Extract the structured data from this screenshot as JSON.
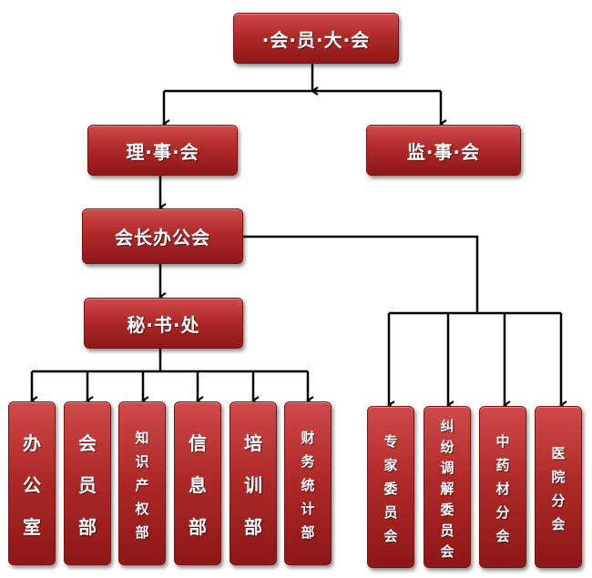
{
  "top": {
    "label": "·会·员·大·会"
  },
  "council": {
    "label": "理·事·会"
  },
  "supervisors": {
    "label": "监·事·会"
  },
  "president_office": {
    "label": "会长办公会"
  },
  "secretariat": {
    "label": "秘·书·处"
  },
  "departments": [
    {
      "chars": [
        "办",
        "公",
        "室"
      ]
    },
    {
      "chars": [
        "会",
        "员",
        "部"
      ]
    },
    {
      "chars": [
        "知",
        "识",
        "产",
        "权",
        "部"
      ]
    },
    {
      "chars": [
        "信",
        "息",
        "部"
      ]
    },
    {
      "chars": [
        "培",
        "训",
        "部"
      ]
    },
    {
      "chars": [
        "财",
        "务",
        "统",
        "计",
        "部"
      ]
    }
  ],
  "committees": [
    {
      "chars": [
        "专",
        "家",
        "委",
        "员",
        "会"
      ]
    },
    {
      "chars": [
        "纠",
        "纷",
        "调",
        "解",
        "委",
        "员",
        "会"
      ]
    },
    {
      "chars": [
        "中",
        "药",
        "材",
        "分",
        "会"
      ]
    },
    {
      "chars": [
        "医",
        "院",
        "分",
        "会"
      ]
    }
  ]
}
